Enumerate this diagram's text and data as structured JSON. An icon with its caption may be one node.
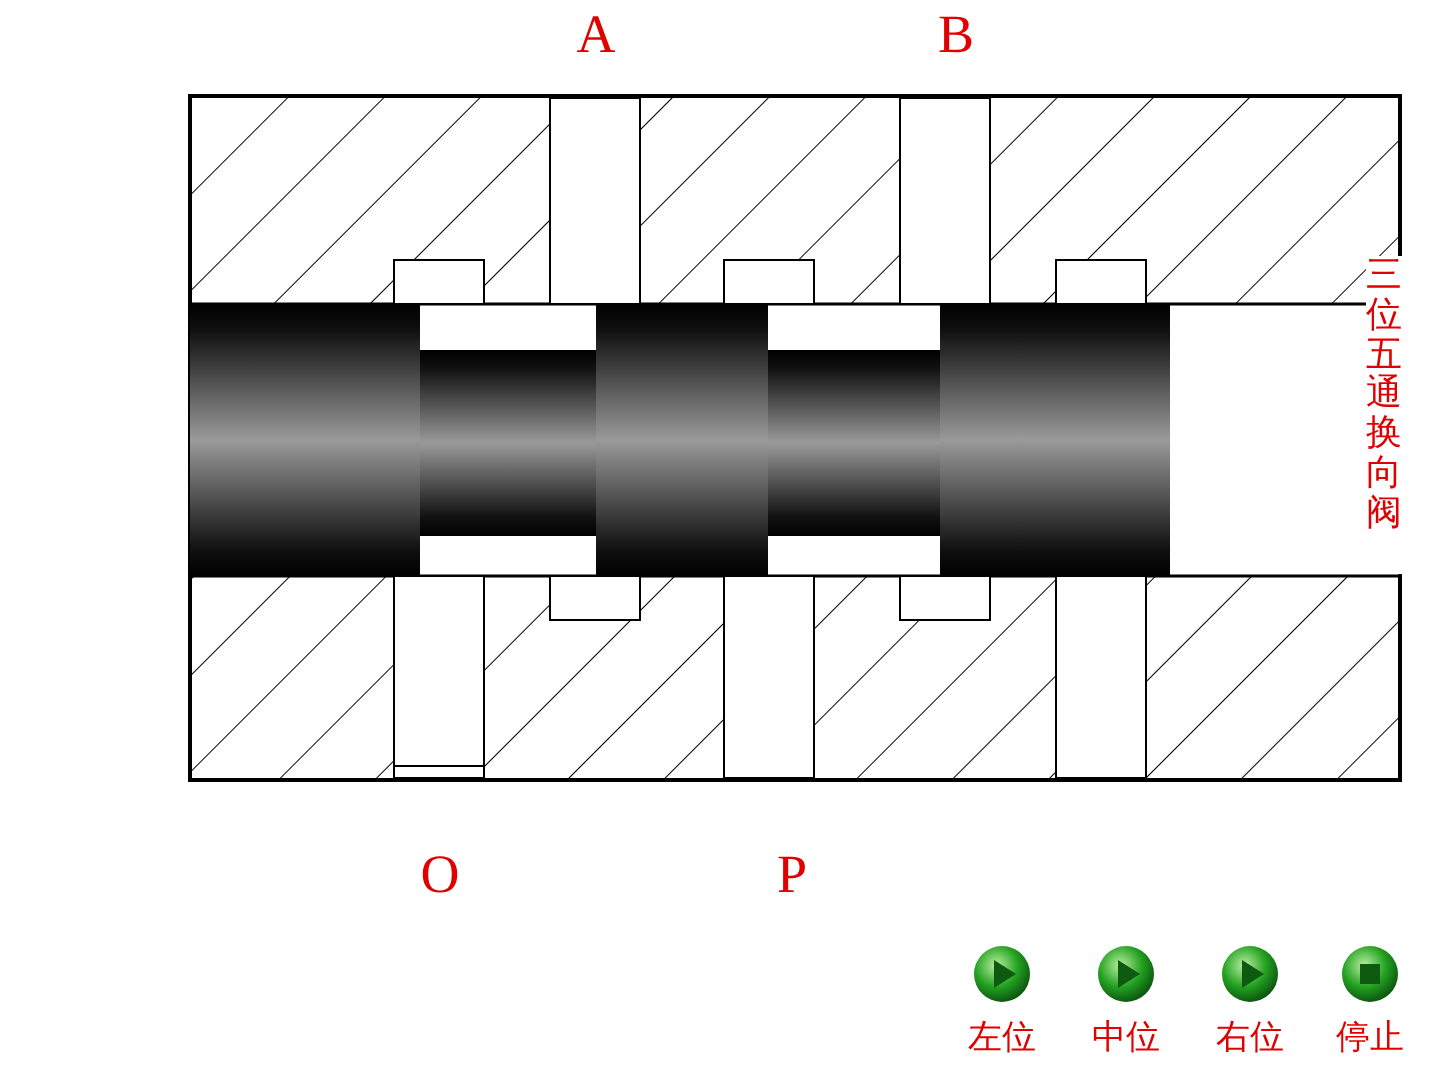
{
  "diagram": {
    "labels": [
      "A",
      "B",
      "三位五通换向阀",
      "O",
      "P",
      "左位",
      "中位",
      "右位",
      "停止"
    ]
  }
}
